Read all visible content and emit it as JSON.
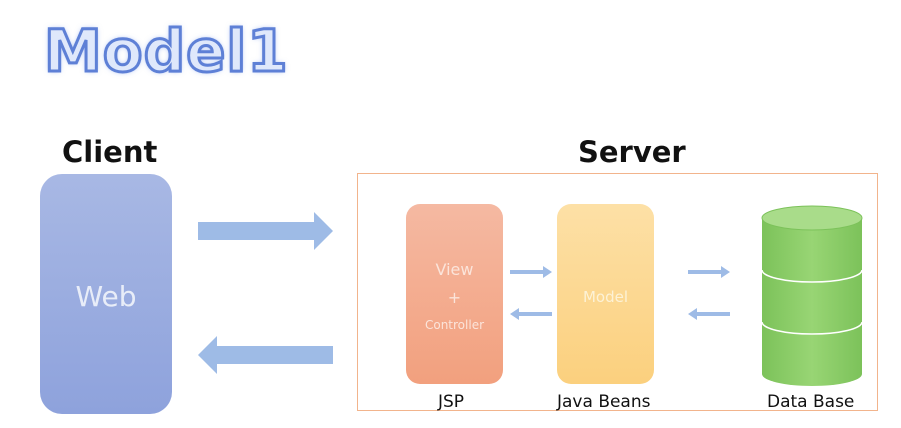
{
  "title": "Model1",
  "client": {
    "label": "Client",
    "box_text": "Web"
  },
  "server": {
    "label": "Server",
    "jsp": {
      "line1": "View",
      "line2": "+",
      "line3": "Controller",
      "caption": "JSP"
    },
    "model": {
      "box_text": "Model",
      "caption": "Java Beans"
    },
    "database": {
      "caption": "Data Base"
    }
  },
  "colors": {
    "client_box": "#9aaee0",
    "jsp_box": "#f4ac8e",
    "model_box": "#fcd890",
    "database": "#86c95e",
    "arrow": "#9ebbe6",
    "server_border": "#f2b48c"
  }
}
